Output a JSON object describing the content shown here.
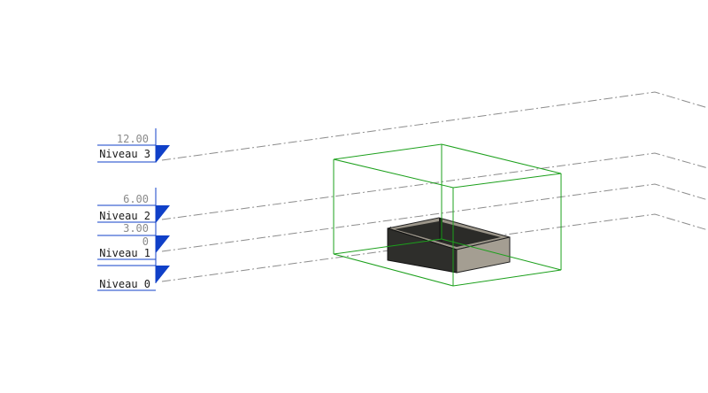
{
  "viewport": {
    "kind": "3D model view",
    "levels": [
      {
        "name": "Niveau 3",
        "elevation": "12.00"
      },
      {
        "name": "Niveau 2",
        "elevation": "6.00"
      },
      {
        "name": "Niveau 1",
        "elevation": "3.00"
      },
      {
        "name": "Niveau 0",
        "elevation": "0"
      }
    ],
    "colors": {
      "level_marker": "#1040c8",
      "level_line": "#8c8c8c",
      "section_box": "#1ca01c",
      "wall_dark": "#2e2e2b",
      "wall_light": "#9c968a"
    },
    "icons": {
      "level_marker": "level-head-triangle-icon",
      "section_box": "section-box-icon"
    }
  }
}
